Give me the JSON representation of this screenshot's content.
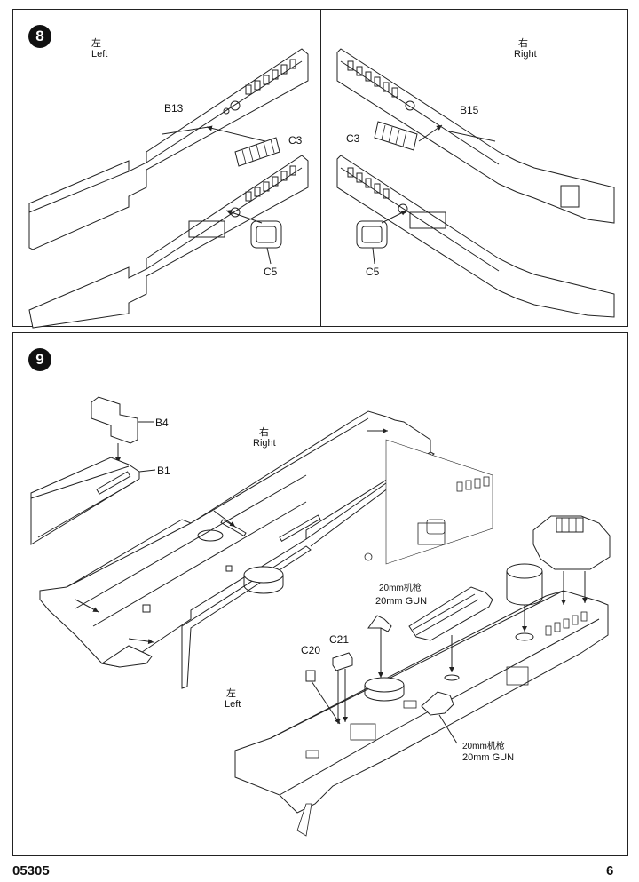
{
  "step8": {
    "number": "8",
    "left": {
      "cn": "左",
      "en": "Left",
      "b_part": "B13",
      "c_upper": "C3",
      "c_lower": "C5"
    },
    "right": {
      "cn": "右",
      "en": "Right",
      "b_part": "B15",
      "c_upper": "C3",
      "c_lower": "C5"
    }
  },
  "step9": {
    "number": "9",
    "parts": {
      "b4": "B4",
      "b1": "B1",
      "c20": "C20",
      "c21": "C21"
    },
    "right_label": {
      "cn": "右",
      "en": "Right"
    },
    "left_label": {
      "cn": "左",
      "en": "Left"
    },
    "gun_upper": {
      "cn": "20mm机枪",
      "en": "20mm GUN"
    },
    "gun_lower": {
      "cn": "20mm机枪",
      "en": "20mm GUN"
    }
  },
  "footer": {
    "code": "05305",
    "page": "6"
  }
}
